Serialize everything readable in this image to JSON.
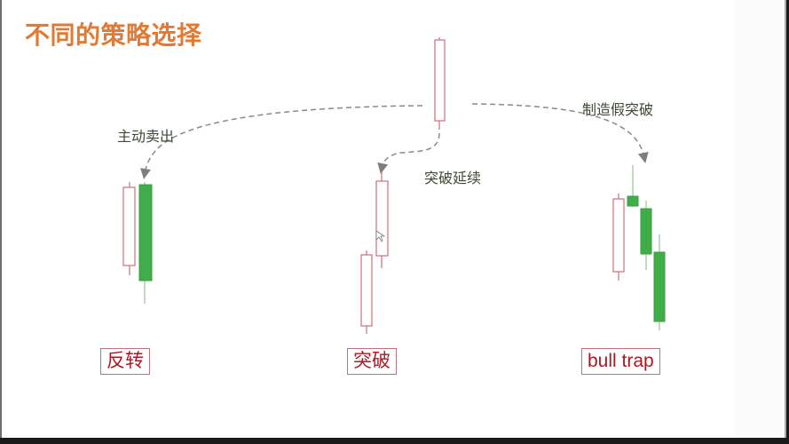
{
  "title": "不同的策略选择",
  "colors": {
    "title": "#e27a34",
    "bull_candle_stroke": "#c9707a",
    "bear_candle_fill": "#3fae4a",
    "bear_wick": "#8fc893",
    "arrow": "#8a8a8a",
    "label_text": "#a81b24",
    "label_border": "#b9757a",
    "annotation_text": "#3e4a36"
  },
  "annotations": {
    "sell": "主动卖出",
    "continue": "突破延续",
    "fake": "制造假突破"
  },
  "labels": {
    "reversal": "反转",
    "breakout": "突破",
    "bull_trap": "bull trap"
  },
  "chart_data": {
    "type": "candlestick-diagram",
    "title": "不同的策略选择",
    "origin_candle": {
      "type": "bullish",
      "description": "Large bullish candle at top center"
    },
    "scenarios": [
      {
        "label": "反转",
        "arrow_label": "主动卖出",
        "candles": [
          {
            "type": "bullish"
          },
          {
            "type": "bearish",
            "note": "large bearish engulfing"
          }
        ]
      },
      {
        "label": "突破",
        "arrow_label": "突破延续",
        "candles": [
          {
            "type": "bullish"
          },
          {
            "type": "bullish",
            "note": "higher continuation"
          }
        ]
      },
      {
        "label": "bull trap",
        "arrow_label": "制造假突破",
        "candles": [
          {
            "type": "bullish"
          },
          {
            "type": "bearish",
            "note": "small, long upper wick"
          },
          {
            "type": "bearish"
          },
          {
            "type": "bearish"
          }
        ]
      }
    ]
  }
}
